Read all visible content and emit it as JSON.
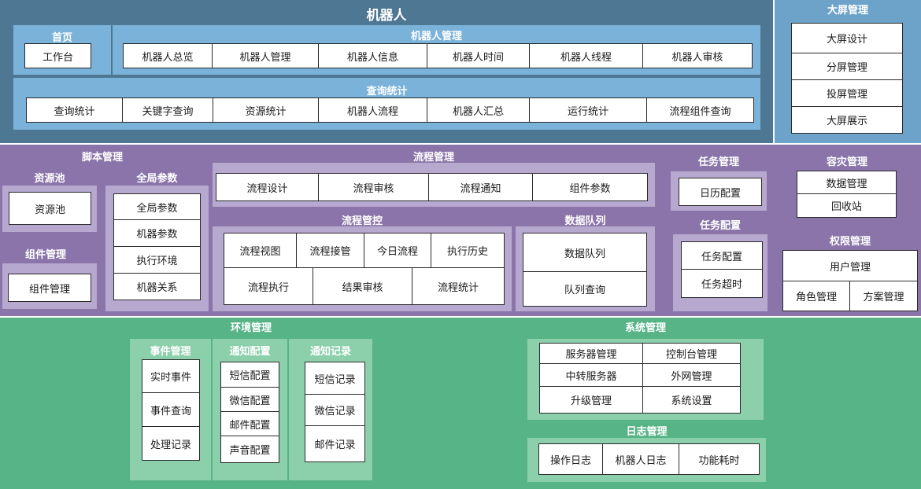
{
  "robot": {
    "title": "机器人",
    "home": {
      "title": "首页",
      "items": [
        "工作台"
      ]
    },
    "manage": {
      "title": "机器人管理",
      "items": [
        "机器人总览",
        "机器人管理",
        "机器人信息",
        "机器人时间",
        "机器人线程",
        "机器人审核"
      ]
    },
    "query": {
      "title": "查询统计",
      "items": [
        "查询统计",
        "关键字查询",
        "资源统计",
        "机器人流程",
        "机器人汇总",
        "运行统计",
        "流程组件查询"
      ]
    }
  },
  "screen": {
    "title": "大屏管理",
    "items": [
      "大屏设计",
      "分屏管理",
      "投屏管理",
      "大屏展示"
    ]
  },
  "script": {
    "title": "脚本管理",
    "pool": {
      "title": "资源池",
      "items": [
        "资源池"
      ]
    },
    "params": {
      "title": "全局参数",
      "items": [
        "全局参数",
        "机器参数",
        "执行环境",
        "机器关系"
      ]
    },
    "component": {
      "title": "组件管理",
      "items": [
        "组件管理"
      ]
    }
  },
  "flow": {
    "title": "流程管理",
    "items": [
      "流程设计",
      "流程审核",
      "流程通知",
      "组件参数"
    ],
    "control": {
      "title": "流程管控",
      "row1": [
        "流程视图",
        "流程接管",
        "今日流程",
        "执行历史"
      ],
      "row2": [
        "流程执行",
        "结果审核",
        "流程统计"
      ]
    },
    "queue": {
      "title": "数据队列",
      "items": [
        "数据队列",
        "队列查询"
      ]
    }
  },
  "task": {
    "title": "任务管理",
    "items": [
      "日历配置"
    ],
    "config": {
      "title": "任务配置",
      "items": [
        "任务配置",
        "任务超时"
      ]
    }
  },
  "disaster": {
    "title": "容灾管理",
    "items": [
      "数据管理",
      "回收站"
    ]
  },
  "auth": {
    "title": "权限管理",
    "top": "用户管理",
    "bottom": [
      "角色管理",
      "方案管理"
    ]
  },
  "env": {
    "title": "环境管理",
    "event": {
      "title": "事件管理",
      "items": [
        "实时事件",
        "事件查询",
        "处理记录"
      ]
    },
    "notify": {
      "title": "通知配置",
      "items": [
        "短信配置",
        "微信配置",
        "邮件配置",
        "声音配置"
      ]
    },
    "record": {
      "title": "通知记录",
      "items": [
        "短信记录",
        "微信记录",
        "邮件记录"
      ]
    }
  },
  "system": {
    "title": "系统管理",
    "grid": [
      [
        "服务器管理",
        "控制台管理"
      ],
      [
        "中转服务器",
        "外网管理"
      ],
      [
        "升级管理",
        "系统设置"
      ]
    ]
  },
  "log": {
    "title": "日志管理",
    "items": [
      "操作日志",
      "机器人日志",
      "功能耗时"
    ]
  }
}
